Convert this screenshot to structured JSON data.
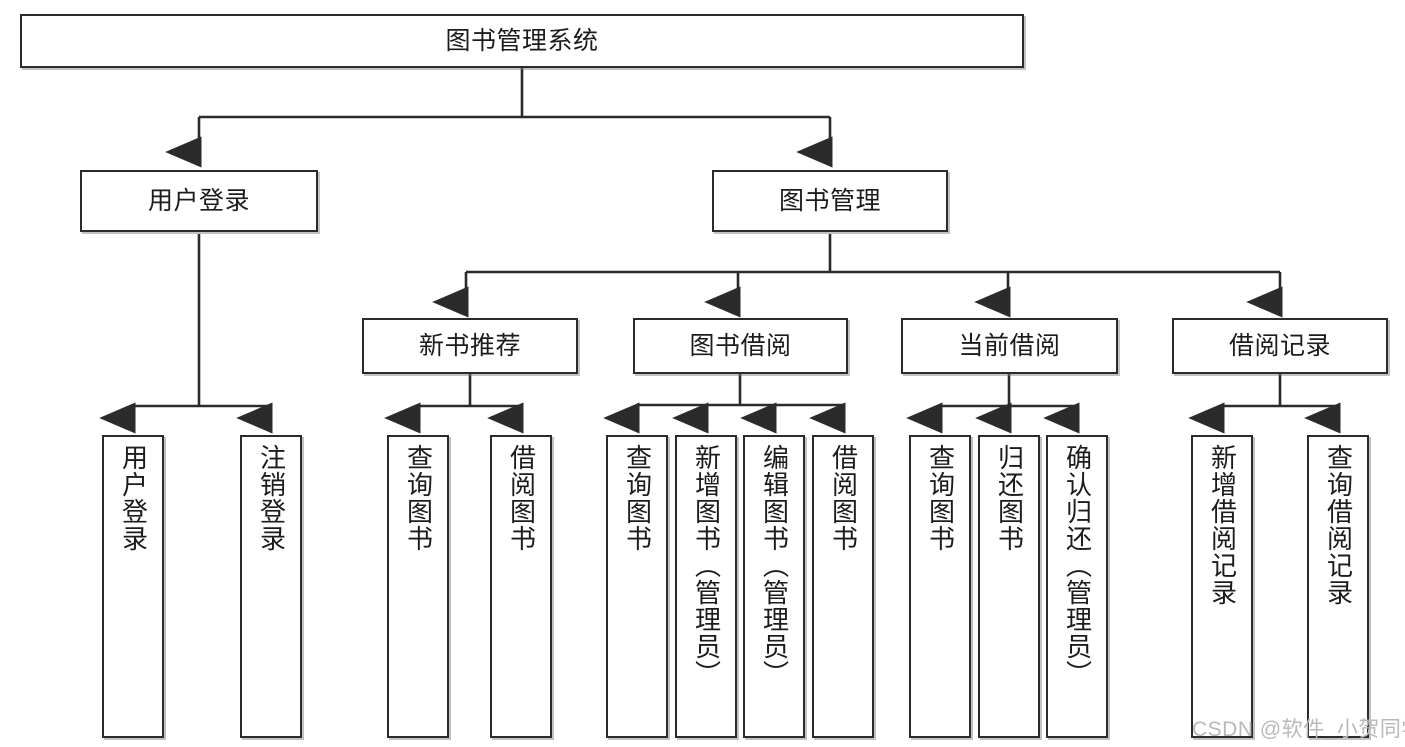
{
  "diagram": {
    "type": "tree-hierarchy-chart",
    "title": "图书管理系统",
    "colors": {
      "box_border": "#2b2b2b",
      "box_fill": "#ffffff",
      "connector": "#2b2b2b",
      "text": "#1c1c1c",
      "watermark": "#b9b9b9",
      "background": "#ffffff"
    },
    "nodes": {
      "root": {
        "label": "图书管理系统",
        "level": 1,
        "orientation": "horizontal"
      },
      "l2": [
        {
          "id": "user-login",
          "label": "用户登录",
          "level": 2,
          "orientation": "horizontal"
        },
        {
          "id": "book-manage",
          "label": "图书管理",
          "level": 2,
          "orientation": "horizontal"
        }
      ],
      "l3": [
        {
          "id": "new-book-recommend",
          "label": "新书推荐",
          "level": 3,
          "orientation": "horizontal",
          "parent": "book-manage"
        },
        {
          "id": "book-borrow",
          "label": "图书借阅",
          "level": 3,
          "orientation": "horizontal",
          "parent": "book-manage"
        },
        {
          "id": "current-borrow",
          "label": "当前借阅",
          "level": 3,
          "orientation": "horizontal",
          "parent": "book-manage"
        },
        {
          "id": "borrow-record",
          "label": "借阅记录",
          "level": 3,
          "orientation": "horizontal",
          "parent": "book-manage"
        }
      ],
      "leaves": [
        {
          "id": "leaf-user-login",
          "label": "用户登录",
          "parent": "user-login",
          "orientation": "vertical"
        },
        {
          "id": "leaf-user-logout",
          "label": "注销登录",
          "parent": "user-login",
          "orientation": "vertical"
        },
        {
          "id": "leaf-query-book-1",
          "label": "查询图书",
          "parent": "new-book-recommend",
          "orientation": "vertical"
        },
        {
          "id": "leaf-borrow-book-1",
          "label": "借阅图书",
          "parent": "new-book-recommend",
          "orientation": "vertical"
        },
        {
          "id": "leaf-query-book-2",
          "label": "查询图书",
          "parent": "book-borrow",
          "orientation": "vertical"
        },
        {
          "id": "leaf-add-book",
          "label": "新增图书（管理员）",
          "parent": "book-borrow",
          "orientation": "vertical"
        },
        {
          "id": "leaf-edit-book",
          "label": "编辑图书（管理员）",
          "parent": "book-borrow",
          "orientation": "vertical"
        },
        {
          "id": "leaf-borrow-book-2",
          "label": "借阅图书",
          "parent": "book-borrow",
          "orientation": "vertical"
        },
        {
          "id": "leaf-query-book-3",
          "label": "查询图书",
          "parent": "current-borrow",
          "orientation": "vertical"
        },
        {
          "id": "leaf-return-book",
          "label": "归还图书",
          "parent": "current-borrow",
          "orientation": "vertical"
        },
        {
          "id": "leaf-confirm-return",
          "label": "确认归还（管理员）",
          "parent": "current-borrow",
          "orientation": "vertical"
        },
        {
          "id": "leaf-add-record",
          "label": "新增借阅记录",
          "parent": "borrow-record",
          "orientation": "vertical"
        },
        {
          "id": "leaf-query-record",
          "label": "查询借阅记录",
          "parent": "borrow-record",
          "orientation": "vertical"
        }
      ]
    },
    "watermark": "CSDN @软件_小贺同学"
  }
}
